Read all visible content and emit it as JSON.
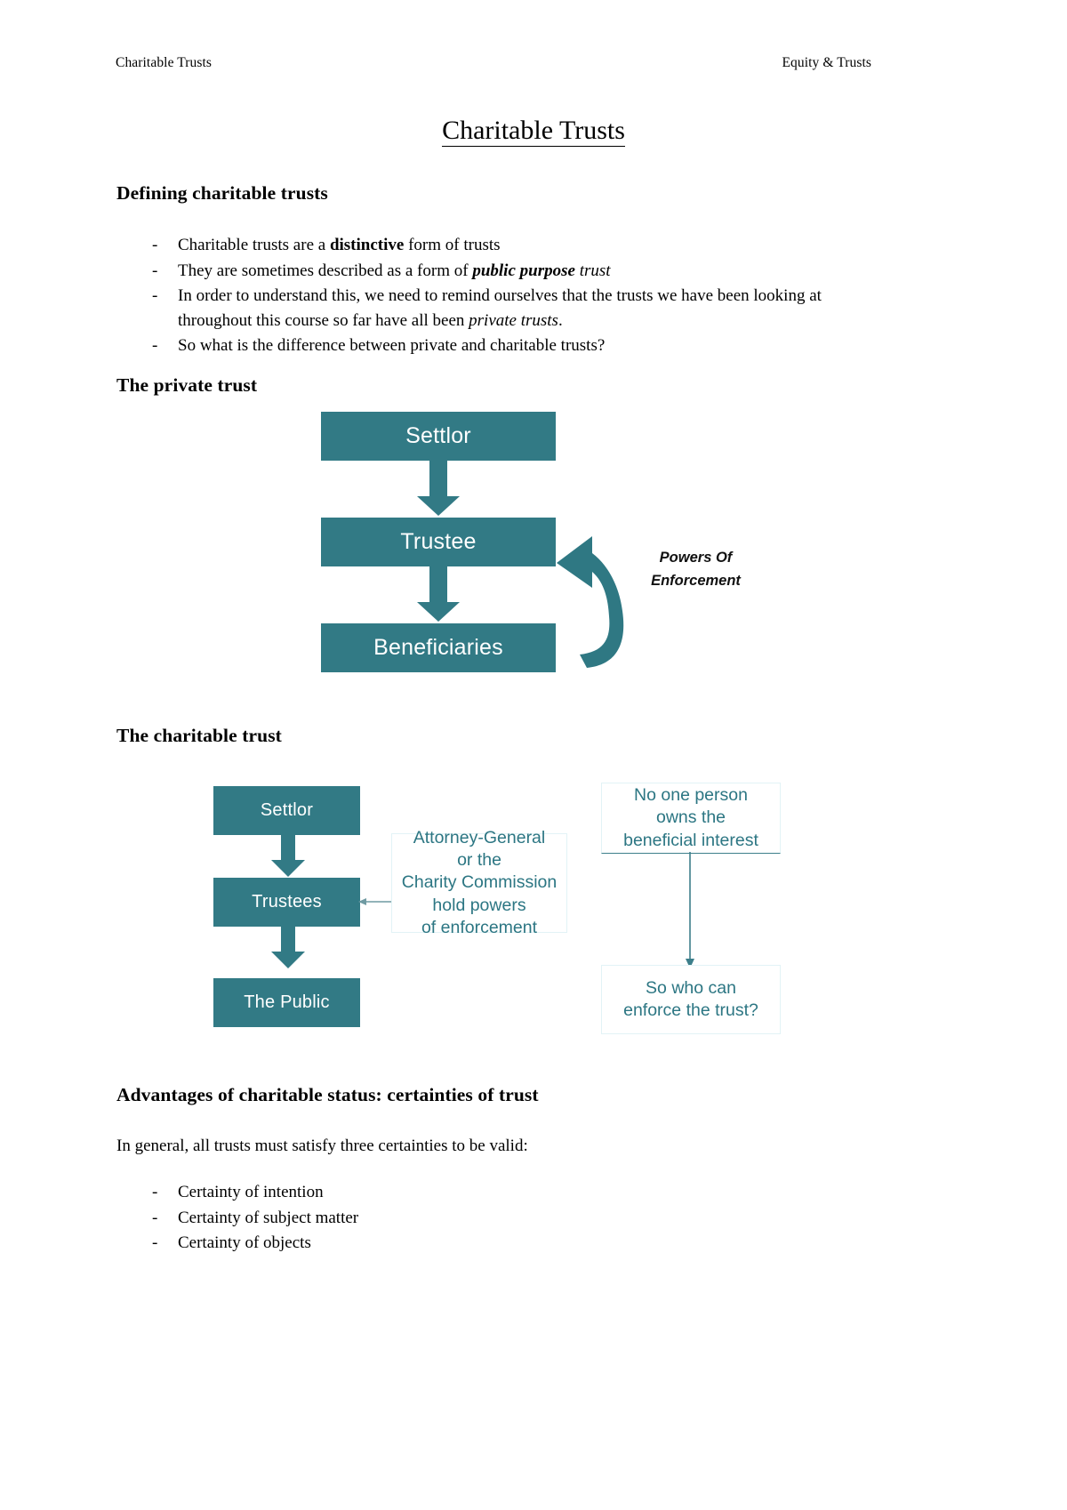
{
  "header": {
    "left": "Charitable Trusts",
    "right": "Equity & Trusts"
  },
  "title": "Charitable Trusts",
  "sections": {
    "defining": {
      "heading": "Defining charitable trusts",
      "bullets": [
        {
          "runs": [
            {
              "text": "Charitable trusts are a ",
              "style": "normal"
            },
            {
              "text": "distinctive",
              "style": "bold"
            },
            {
              "text": " form of trusts",
              "style": "normal"
            }
          ]
        },
        {
          "runs": [
            {
              "text": "They are sometimes described as a form of ",
              "style": "normal"
            },
            {
              "text": "public purpose",
              "style": "bold-italic"
            },
            {
              "text": " trust",
              "style": "italic"
            }
          ]
        },
        {
          "runs": [
            {
              "text": "In order to understand this, we need to remind ourselves that the trusts we have been looking at throughout this course so far have all been ",
              "style": "normal"
            },
            {
              "text": "private trusts",
              "style": "italic"
            },
            {
              "text": ".",
              "style": "normal"
            }
          ]
        },
        {
          "runs": [
            {
              "text": "So what is the difference between private and charitable trusts?",
              "style": "normal"
            }
          ]
        }
      ]
    },
    "private_trust": {
      "heading": "The private trust"
    },
    "charitable_trust": {
      "heading": "The charitable trust"
    },
    "advantages": {
      "heading": "Advantages of charitable status: certainties of trust",
      "intro": "In general, all trusts must satisfy three certainties to be valid:",
      "bullets": [
        "Certainty of intention",
        "Certainty of subject matter",
        "Certainty of objects"
      ]
    }
  },
  "diagram_private": {
    "boxes": [
      {
        "label": "Settlor"
      },
      {
        "label": "Trustee"
      },
      {
        "label": "Beneficiaries"
      }
    ],
    "annotation_lines": [
      "Powers",
      "Of",
      "Enforcement"
    ],
    "colors": {
      "box_fill": "#327a85",
      "box_text": "#ffffff"
    }
  },
  "diagram_charitable": {
    "boxes": [
      {
        "label": "Settlor"
      },
      {
        "label": "Trustees"
      },
      {
        "label": "The Public"
      }
    ],
    "enforcement_note": [
      "Attorney-General",
      "or the",
      "Charity Commission",
      "hold powers",
      "of enforcement"
    ],
    "no_owner_note": [
      "No one person",
      "owns the",
      "beneficial interest"
    ],
    "question_note": [
      "So who can",
      "enforce the trust?"
    ],
    "colors": {
      "box_fill": "#327a85",
      "box_text": "#ffffff",
      "note_text": "#2c7683",
      "note_border": "#e2f3f6",
      "connector": "#3d7f8b"
    }
  }
}
